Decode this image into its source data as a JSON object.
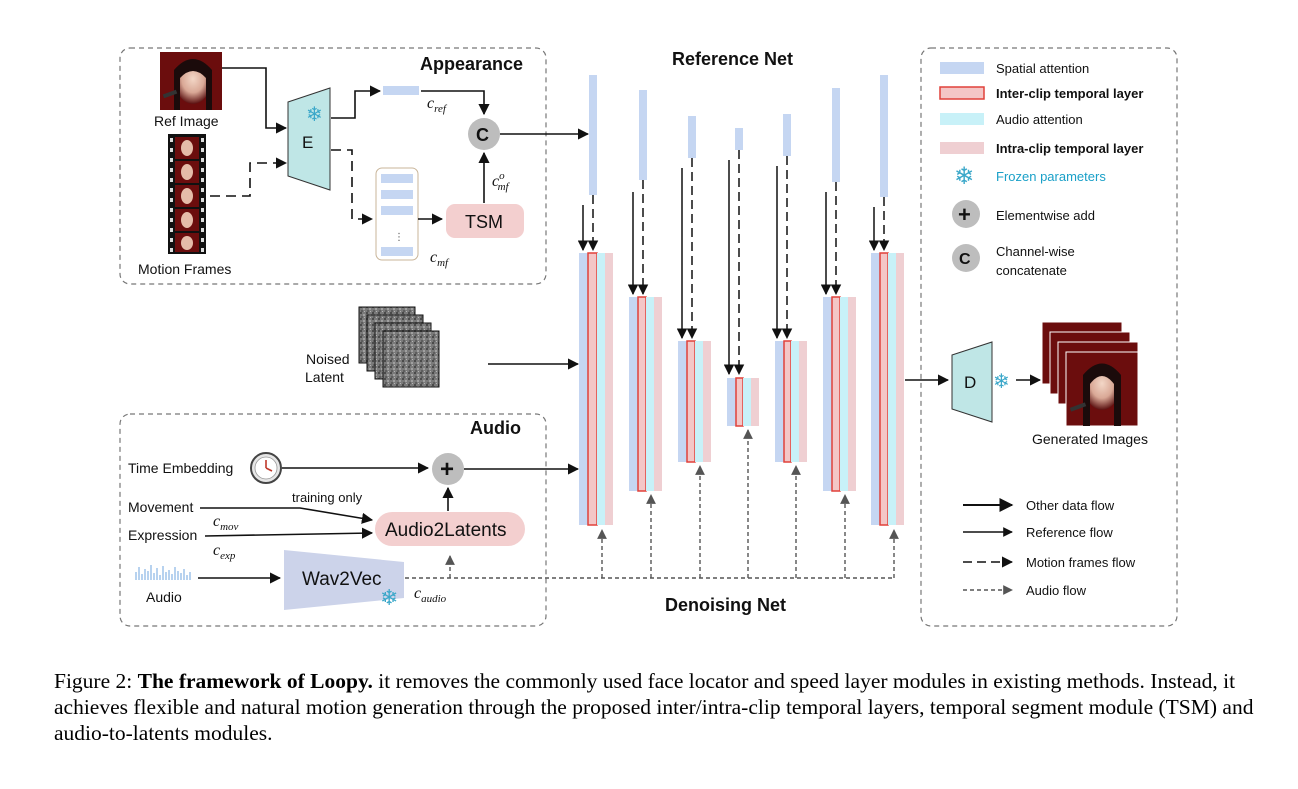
{
  "appearance": {
    "title": "Appearance",
    "ref_image_label": "Ref Image",
    "motion_frames_label": "Motion Frames",
    "encoder_label": "E",
    "c_ref": "c",
    "c_ref_sub": "ref",
    "c_mf_o": "c",
    "c_mf_o_sup": "o",
    "c_mf_o_sub": "mf",
    "c_mf": "c",
    "c_mf_sub": "mf",
    "tsm_label": "TSM",
    "concat_symbol": "C",
    "dots": "⋮"
  },
  "noised_latent_label": [
    "Noised",
    "Latent"
  ],
  "reference_net_title": "Reference Net",
  "denoising_net_title": "Denoising Net",
  "audio": {
    "title": "Audio",
    "time_embedding_label": "Time Embedding",
    "movement_label": "Movement",
    "expression_label": "Expression",
    "training_only_label": "training only",
    "c_mov": "c",
    "c_mov_sub": "mov",
    "c_exp": "c",
    "c_exp_sub": "exp",
    "audio_label": "Audio",
    "audio2latents_label": "Audio2Latents",
    "wav2vec_label": "Wav2Vec",
    "c_audio": "c",
    "c_audio_sub": "audio",
    "add_symbol": "+"
  },
  "decoder_label": "D",
  "generated_images_label": "Generated Images",
  "legend": {
    "items": [
      {
        "label": "Spatial attention",
        "color": "#c5d6f2",
        "bold": false
      },
      {
        "label": "Inter-clip temporal layer",
        "color": "#f2c4c4",
        "border": "#e0413a",
        "bold": true
      },
      {
        "label": "Audio attention",
        "color": "#c8f1f8",
        "bold": false
      },
      {
        "label": "Intra-clip temporal layer",
        "color": "#efcfd2",
        "bold": true
      },
      {
        "label": "Frozen parameters",
        "color": "#3aa7c9",
        "bold": false
      },
      {
        "label": "Elementwise add",
        "symbol": "+",
        "bold": false
      },
      {
        "label": "Channel-wise",
        "label2": "concatenate",
        "symbol": "C",
        "bold": false
      }
    ],
    "flows": [
      {
        "label": "Other data flow",
        "style": "solid-bold"
      },
      {
        "label": "Reference flow",
        "style": "solid"
      },
      {
        "label": "Motion frames flow",
        "style": "long-dash"
      },
      {
        "label": "Audio flow",
        "style": "short-dash"
      }
    ]
  },
  "colors": {
    "spatial": "#c5d6f2",
    "inter_clip_fill": "#f4c6c6",
    "inter_clip_border": "#e0413a",
    "audio_attn": "#c8f1f8",
    "intra_clip": "#efcfd2",
    "frozen": "#3aa7c9",
    "encoder": "#bfe6e6",
    "tsm": "#f3cfcf",
    "wav2vec": "#ccd3ea",
    "symbol_circle": "#bdbdbd"
  },
  "caption": {
    "prefix": "Figure 2: ",
    "bold": "The framework of Loopy.",
    "text": " it removes the commonly used face locator and speed layer modules in existing methods. Instead, it achieves flexible and natural motion generation through the proposed inter/intra-clip temporal layers, temporal segment module (TSM) and audio-to-latents modules."
  }
}
